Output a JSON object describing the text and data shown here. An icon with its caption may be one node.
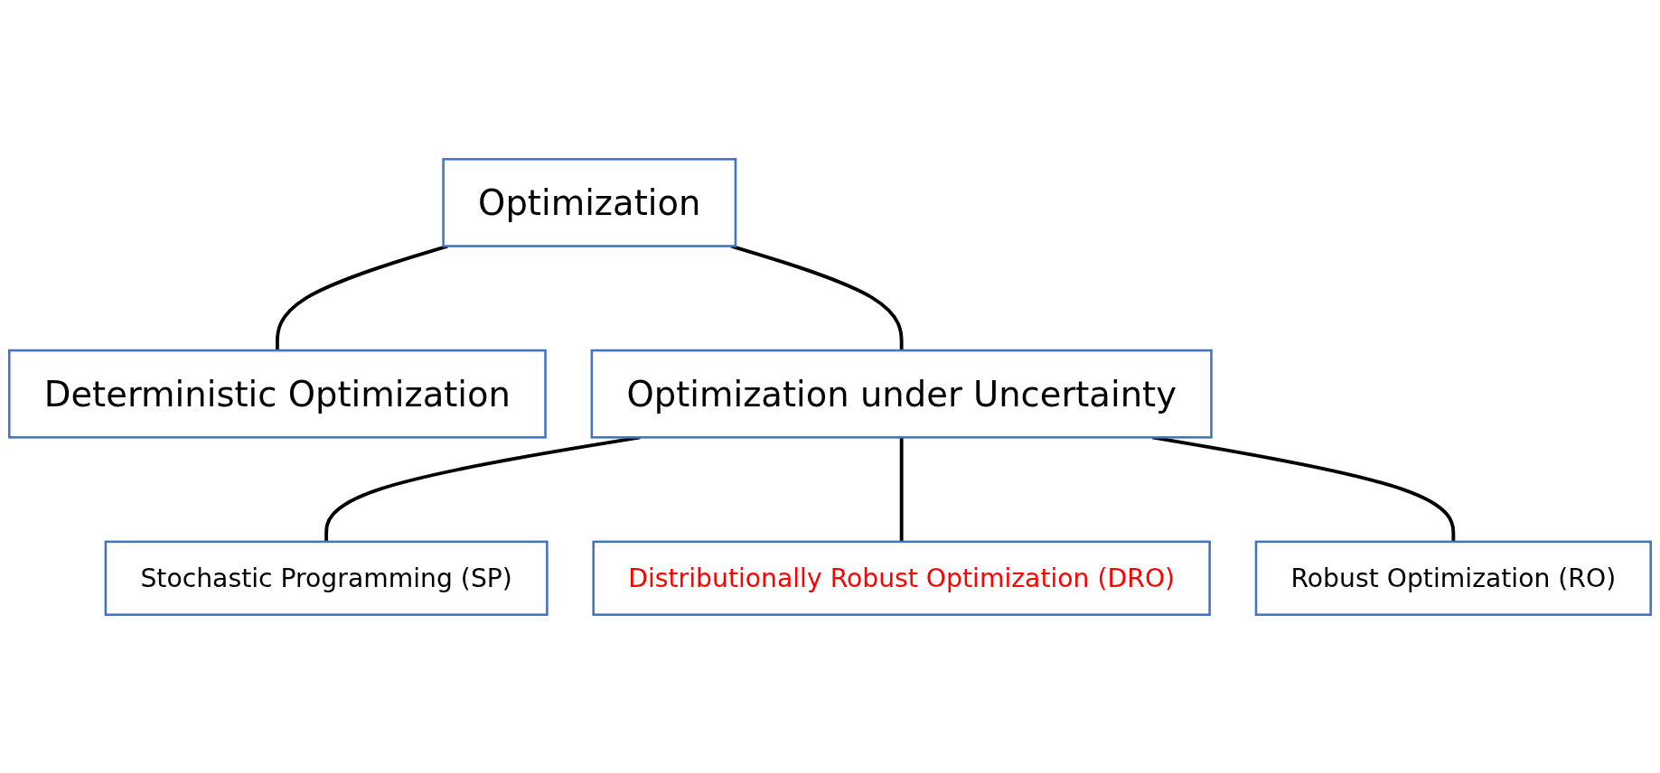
{
  "diagram": {
    "nodes": [
      {
        "text": [
          "Optimization"
        ]
      },
      {
        "text": [
          "Deterministic Optimization"
        ]
      },
      {
        "text": [
          "Optimization under Uncertainty"
        ]
      },
      {
        "text": [
          "Stochastic Programming (SP)"
        ]
      },
      {
        "text": [
          "Distributionally Robust Optimization (DRO)"
        ]
      },
      {
        "text": [
          "Robust Optimization (RO)"
        ]
      }
    ],
    "edges": [
      {
        "from": 0,
        "to": 1,
        "arrow": "none"
      },
      {
        "from": 0,
        "to": 2,
        "arrow": "none"
      },
      {
        "from": 2,
        "to": 3,
        "arrow": "none"
      },
      {
        "from": 2,
        "to": 4,
        "arrow": "none"
      },
      {
        "from": 2,
        "to": 5,
        "arrow": "none"
      }
    ]
  }
}
